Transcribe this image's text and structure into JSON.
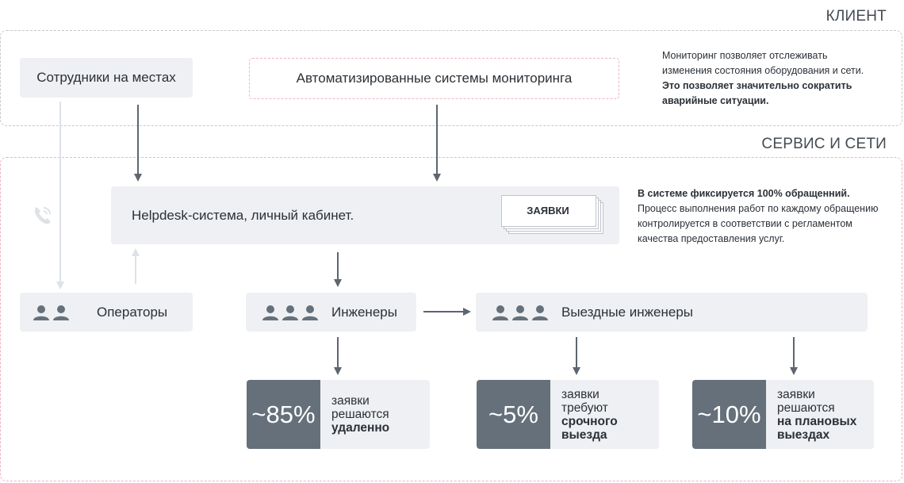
{
  "sections": {
    "client": "КЛИЕНТ",
    "service": "СЕРВИС И СЕТИ"
  },
  "client": {
    "staff": "Сотрудники на местах",
    "monitoring": "Автоматизированные системы мониторинга",
    "note_line1": "Мониторинг  позволяет отслеживать",
    "note_line2": "изменения состояния оборудования и сети.",
    "note_bold1": "Это позволяет значительно  сократить",
    "note_bold2": "аварийные ситуации."
  },
  "service": {
    "helpdesk": "Helpdesk-система, личный кабинет.",
    "tickets": "ЗАЯВКИ",
    "note_bold": "В системе фиксируется 100% обращенний.",
    "note_line1": "Процесс выполнения работ по каждому обращению",
    "note_line2": "контролируется в соответствии с регламентом",
    "note_line3": "качества предоставления услуг.",
    "operators": "Операторы",
    "engineers": "Инженеры",
    "field_engineers": "Выездные инженеры"
  },
  "chart_data": {
    "type": "table",
    "rows": [
      {
        "value": "~85%",
        "line1": "заявки",
        "line2": "решаются",
        "line3": "удаленно"
      },
      {
        "value": "~5%",
        "line1": "заявки",
        "line2": "требуют",
        "line3": "срочного",
        "line4": "выезда"
      },
      {
        "value": "~10%",
        "line1": "заявки",
        "line2": "решаются",
        "line3": "на плановых",
        "line4": "выездах"
      }
    ]
  },
  "icons": {
    "phone": "phone-icon",
    "person": "person-icon"
  },
  "colors": {
    "box_bg": "#eef0f3",
    "accent_dark": "#65707b",
    "arrow": "#5d6670",
    "arrow_light": "#dde2e7",
    "dash_pink": "#f0b4be"
  }
}
